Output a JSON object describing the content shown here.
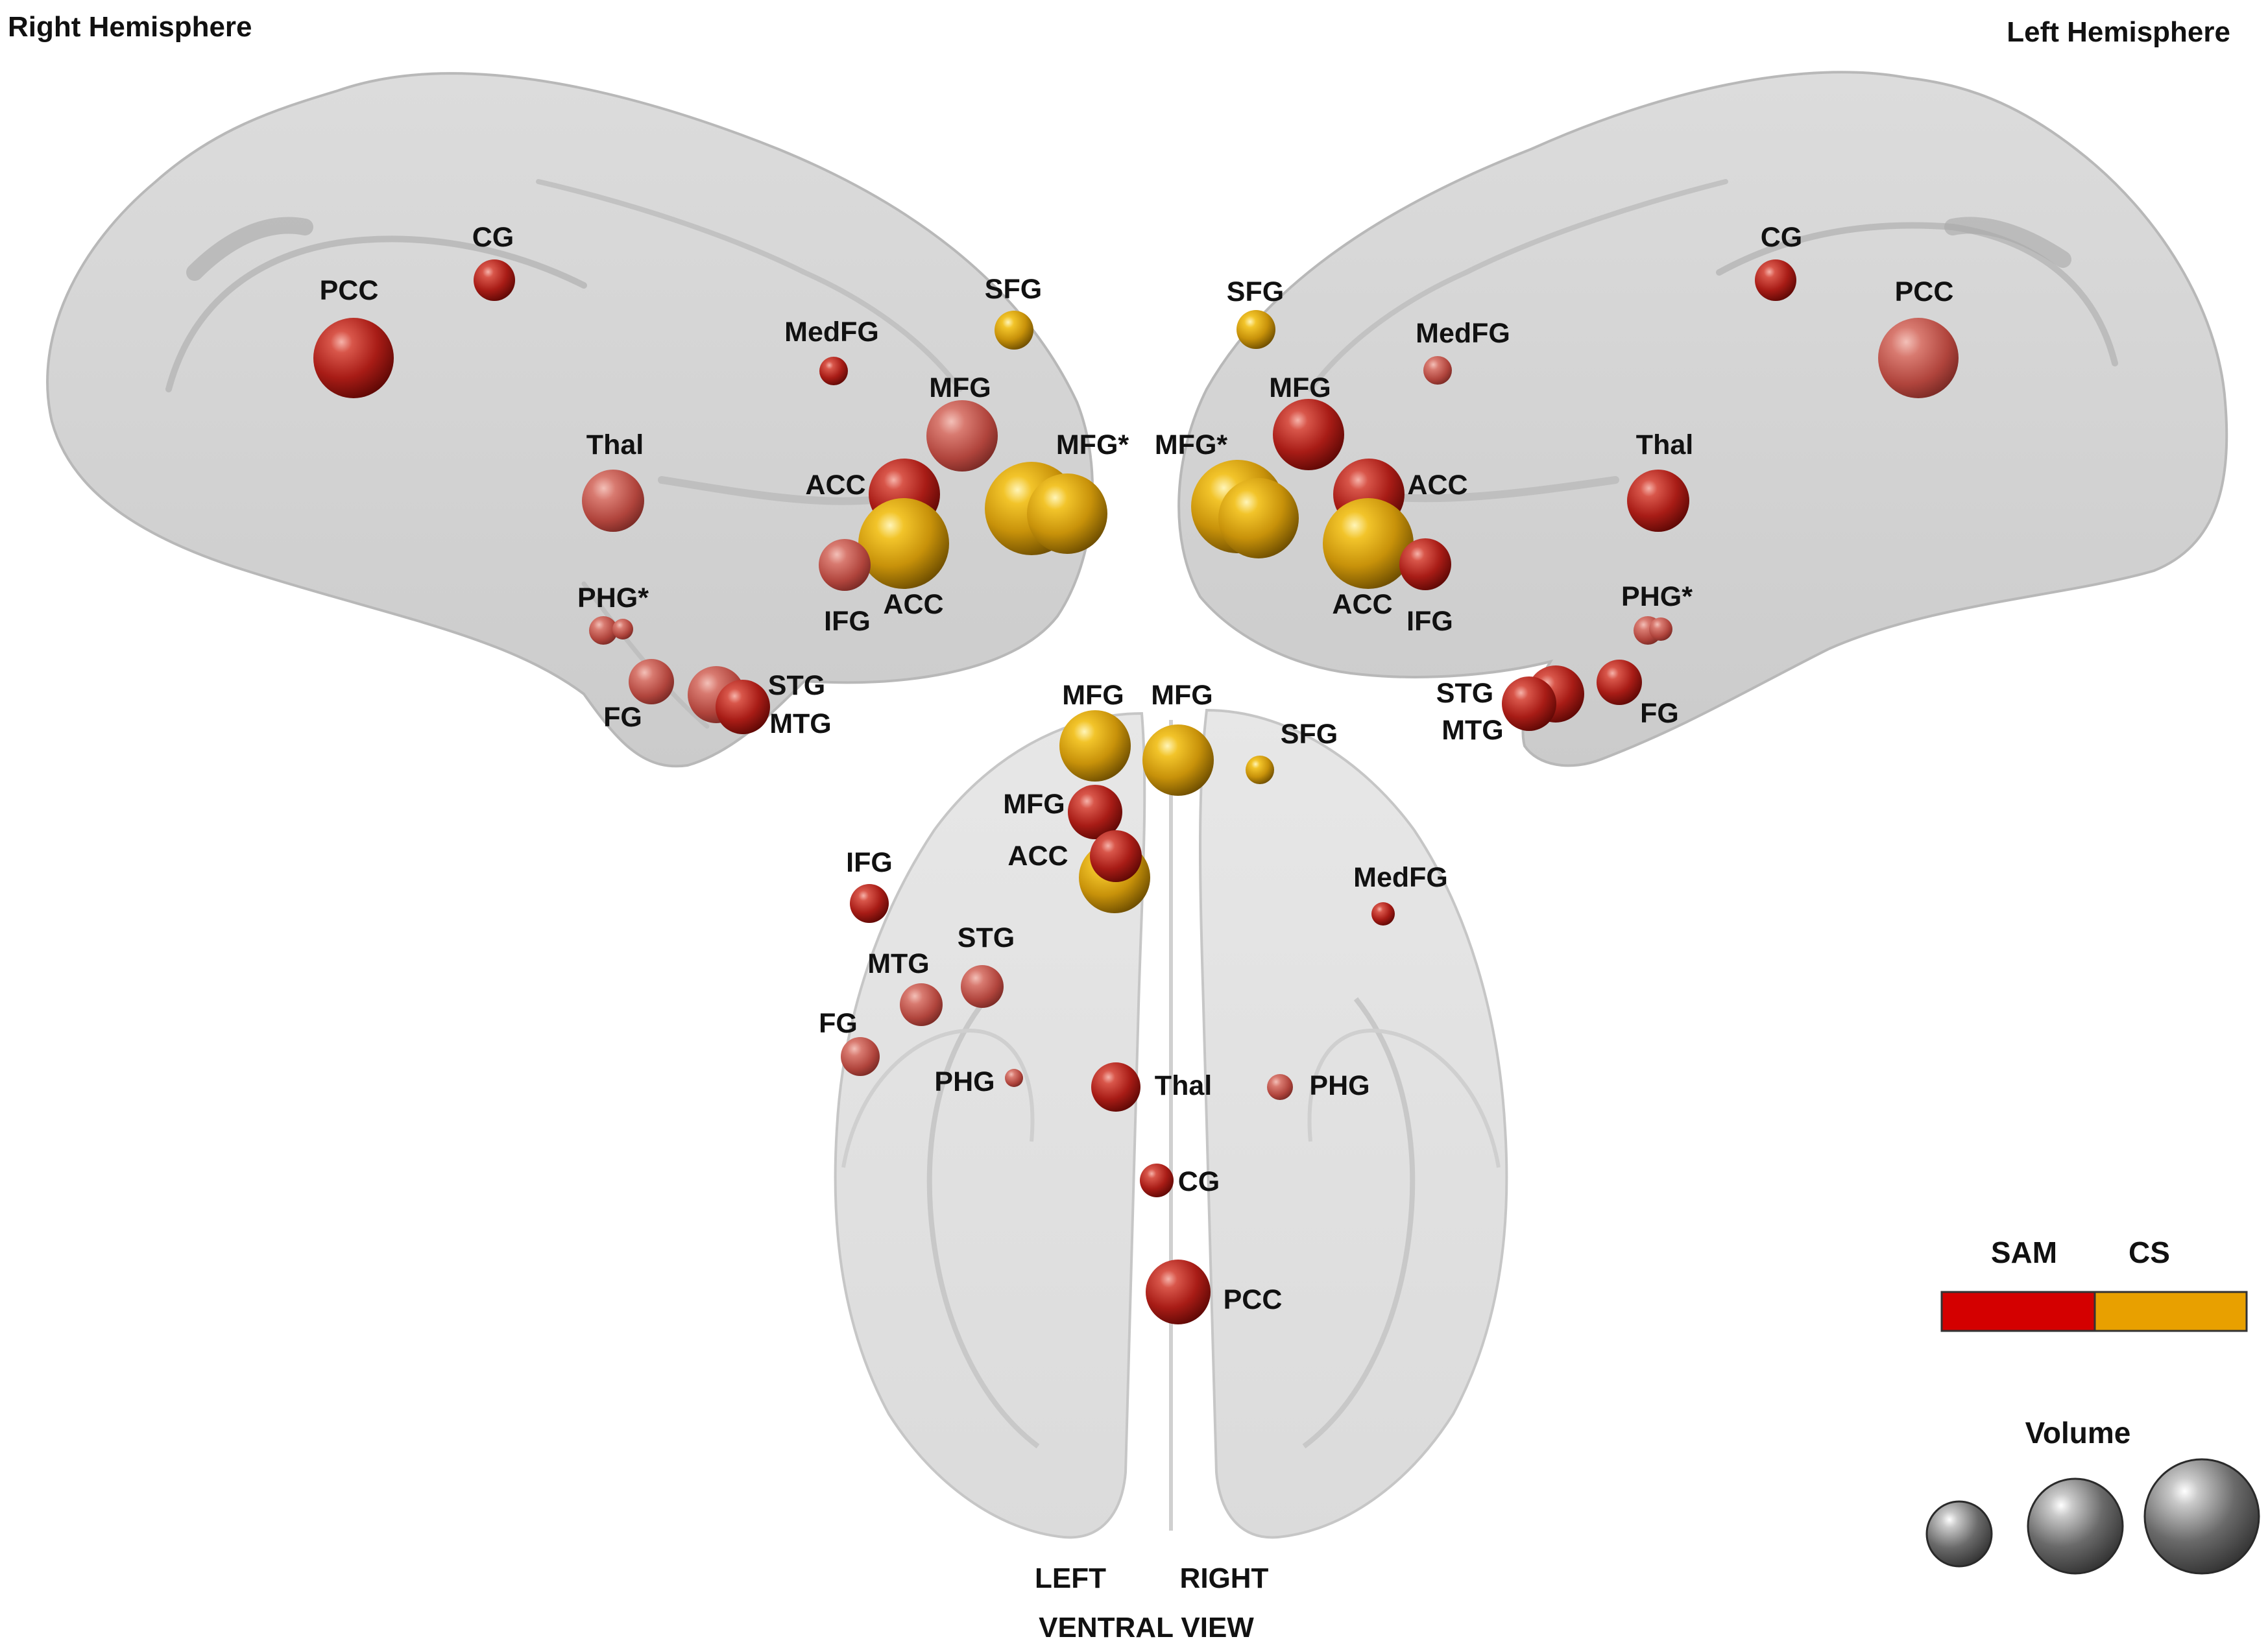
{
  "titles": {
    "right_hemisphere": "Right Hemisphere",
    "left_hemisphere": "Left Hemisphere",
    "left": "LEFT",
    "right": "RIGHT",
    "ventral_view": "VENTRAL VIEW"
  },
  "legend": {
    "sam_label": "SAM",
    "cs_label": "CS",
    "sam_color": "#d40000",
    "cs_color": "#e8a000",
    "volume_label": "Volume"
  },
  "colors": {
    "sam_sphere": "#b0231e",
    "cs_sphere": "#d29a10",
    "brain_fill": "#d2d2d2",
    "brain_stroke": "#b4b4b4"
  },
  "views": {
    "right_hemisphere_medial": {
      "labels": [
        "CG",
        "PCC",
        "MedFG",
        "SFG",
        "MFG",
        "MFG*",
        "Thal",
        "ACC",
        "ACC",
        "IFG",
        "PHG*",
        "FG",
        "STG",
        "MTG"
      ]
    },
    "left_hemisphere_medial": {
      "labels": [
        "CG",
        "PCC",
        "SFG",
        "MedFG",
        "MFG",
        "MFG*",
        "ACC",
        "ACC",
        "Thal",
        "IFG",
        "PHG*",
        "STG",
        "MTG",
        "FG"
      ]
    },
    "ventral": {
      "labels": [
        "MFG",
        "MFG",
        "SFG",
        "MFG",
        "ACC",
        "IFG",
        "MedFG",
        "STG",
        "MTG",
        "FG",
        "PHG",
        "Thal",
        "PHG",
        "CG",
        "PCC"
      ]
    }
  }
}
